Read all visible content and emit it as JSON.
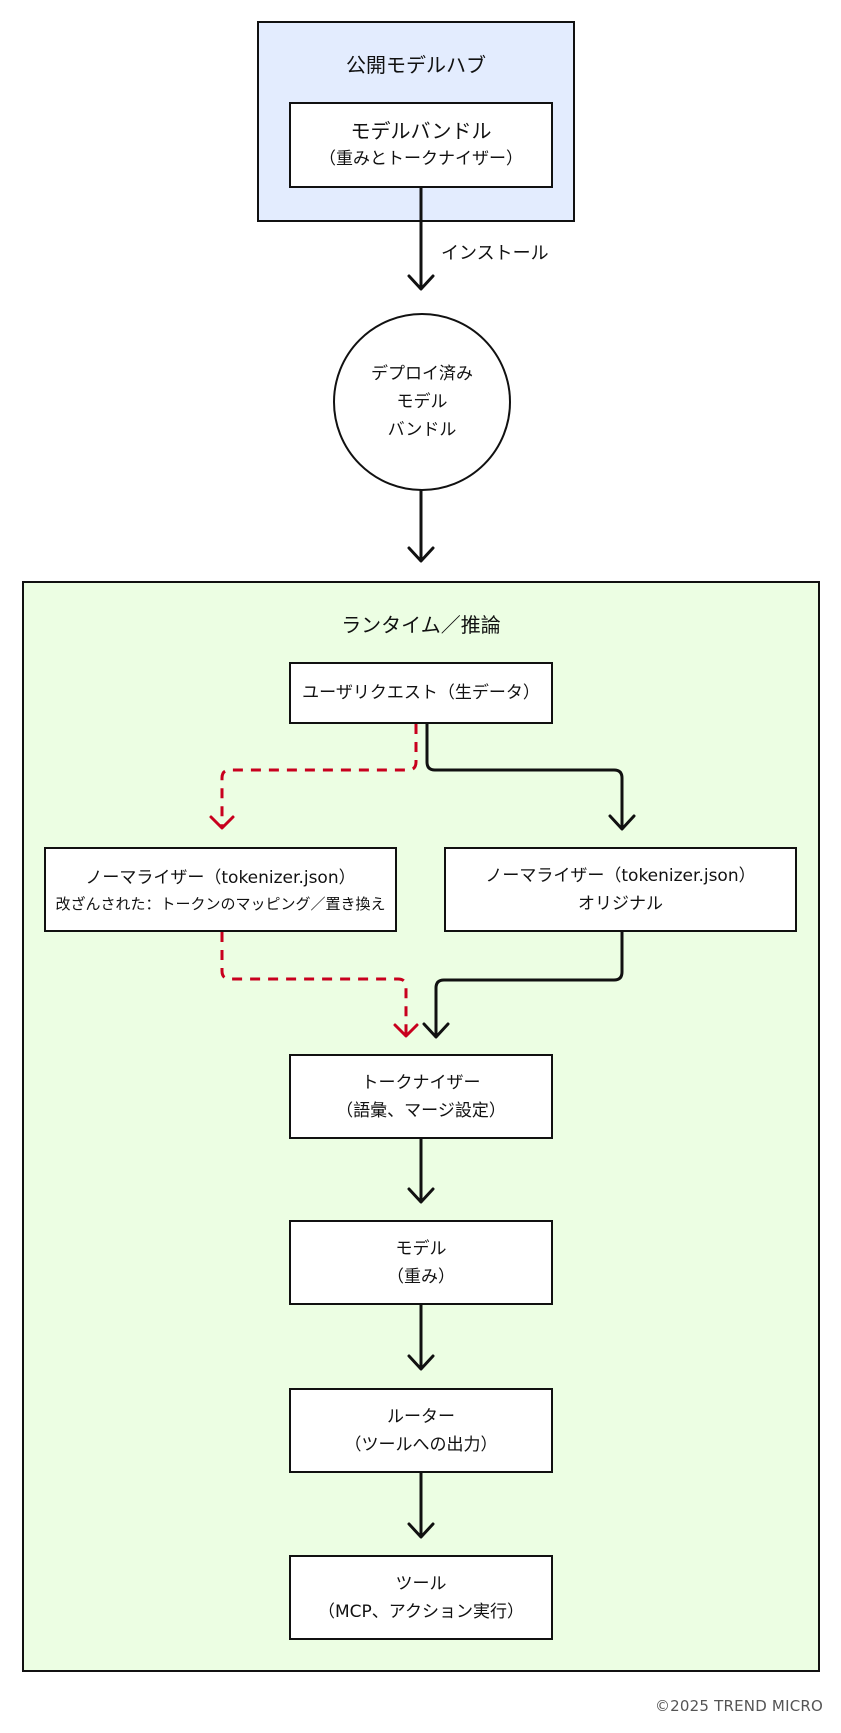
{
  "colors": {
    "hub_fill": "#e3ecfe",
    "runtime_fill": "#ecfee3",
    "stroke": "#111111",
    "tampered_arrow": "#c8001e"
  },
  "hub": {
    "title": "公開モデルハブ",
    "bundle": {
      "line1": "モデルバンドル",
      "line2": "（重みとトークナイザー）"
    }
  },
  "install_label": "インストール",
  "deployed": {
    "lines": [
      "デプロイ済み",
      "モデル",
      "バンドル"
    ]
  },
  "runtime": {
    "title": "ランタイム／推論",
    "user_request": "ユーザリクエスト（生データ）",
    "normalizer_tampered": {
      "line1": "ノーマライザー（tokenizer.json）",
      "line2": "改ざんされた：トークンのマッピング／置き換え"
    },
    "normalizer_original": {
      "line1": "ノーマライザー（tokenizer.json）",
      "line2": "オリジナル"
    },
    "tokenizer": {
      "line1": "トークナイザー",
      "line2": "（語彙、マージ設定）"
    },
    "model": {
      "line1": "モデル",
      "line2": "（重み）"
    },
    "router": {
      "line1": "ルーター",
      "line2": "（ツールへの出力）"
    },
    "tools": {
      "line1": "ツール",
      "line2": "（MCP、アクション実行）"
    }
  },
  "footer": "©2025 TREND MICRO"
}
